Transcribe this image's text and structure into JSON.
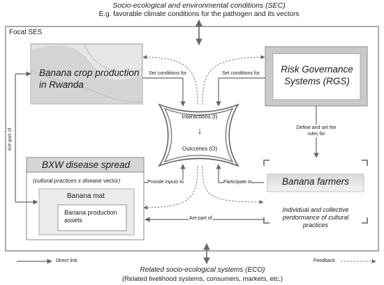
{
  "sec": {
    "title": "Socio-ecological and environmental conditions (SEC)",
    "subtitle": "E.g. favorable climate conditions for the pathogen and its vectors"
  },
  "focal_label": "Focal SES",
  "crop": {
    "title": "Banana crop production in Rwanda"
  },
  "rgs": {
    "title": "Risk Governance Systems (RGS)"
  },
  "center": {
    "interactions": "Interactions (I)",
    "arrow": "↓",
    "outcomes": "Outcomes (O)"
  },
  "bxw": {
    "title": "BXW disease spread",
    "subtitle": "(cultural practices x disease vector)",
    "mat_label": "Banana mat",
    "assets_label": "Banana production assets"
  },
  "farmers": {
    "title": "Banana farmers",
    "description": "Individual and collective perdormance of cultural practices"
  },
  "edges": {
    "set_conditions_left": "Set conditions for",
    "set_conditions_right": "Set conditions for",
    "define_rules": "Define and set the rules for",
    "provide_inputs": "Provide inputs to",
    "participate_in": "Participate in",
    "are_part_of_bottom": "Are part of",
    "are_part_of_left": "Are part of"
  },
  "legend": {
    "direct": "Direct link",
    "feedback": "Feedback"
  },
  "eco": {
    "title": "Related socio-ecological systems (ECO)",
    "subtitle": "(Related livelihood systems, consumers, markets, etc.)"
  }
}
